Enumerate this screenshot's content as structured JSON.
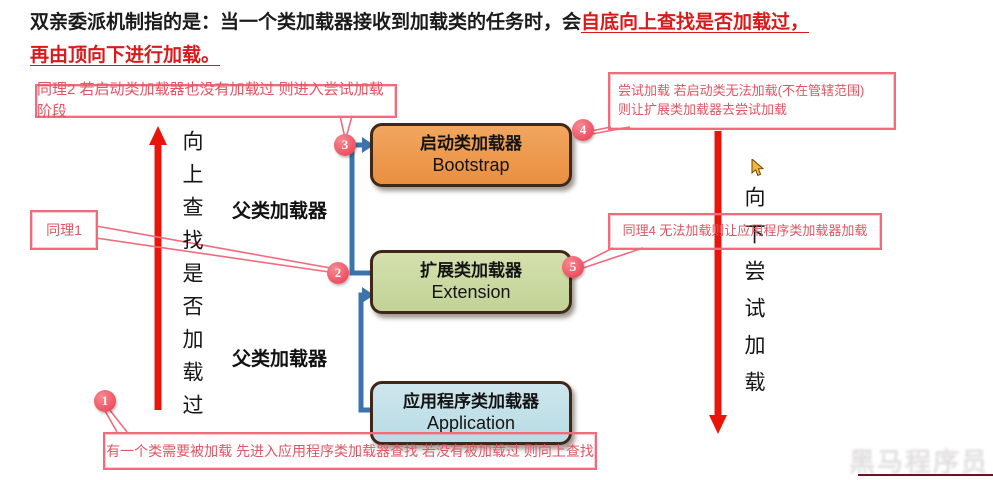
{
  "header": {
    "line1_black": "双亲委派机制指的是：当一个类加载器接收到加载类的任务时，会",
    "line1_red": "自底向上查找是否加载过，",
    "line2_red": "再由顶向下进行加载。"
  },
  "callouts": {
    "step2": "同理2 若启动类加载器也没有加载过 则进入尝试加载阶段",
    "step4_line1": "尝试加载 若启动类无法加载(不在管辖范围)",
    "step4_line2": "则让扩展类加载器去尝试加载",
    "step5": "同理4 无法加载则让应用程序类加载器加载",
    "same1": "同理1",
    "step1": "有一个类需要被加载 先进入应用程序类加载器查找 若没有被加载过 则向上查找"
  },
  "markers": {
    "m1": "1",
    "m2": "2",
    "m3": "3",
    "m4": "4",
    "m5": "5"
  },
  "labels": {
    "left_vertical": "向上查找是否加载过",
    "right_vertical": "向下尝试加载",
    "parent_loader_top": "父类加载器",
    "parent_loader_bottom": "父类加载器"
  },
  "loaders": {
    "bootstrap": {
      "cn": "启动类加载器",
      "en": "Bootstrap",
      "fill": "#ed9c50"
    },
    "extension": {
      "cn": "扩展类加载器",
      "en": "Extension",
      "fill": "#cbd9a2"
    },
    "application": {
      "cn": "应用程序类加载器",
      "en": "Application",
      "fill": "#c3e1e9"
    }
  },
  "colors": {
    "arrow_red": "#e8150b",
    "connector_blue": "#3b73ad",
    "callout_pink": "#f26a7c",
    "emphasis_red": "#d91a1a",
    "loader_border_brown": "#3f2817"
  },
  "watermark": "黑马程序员"
}
